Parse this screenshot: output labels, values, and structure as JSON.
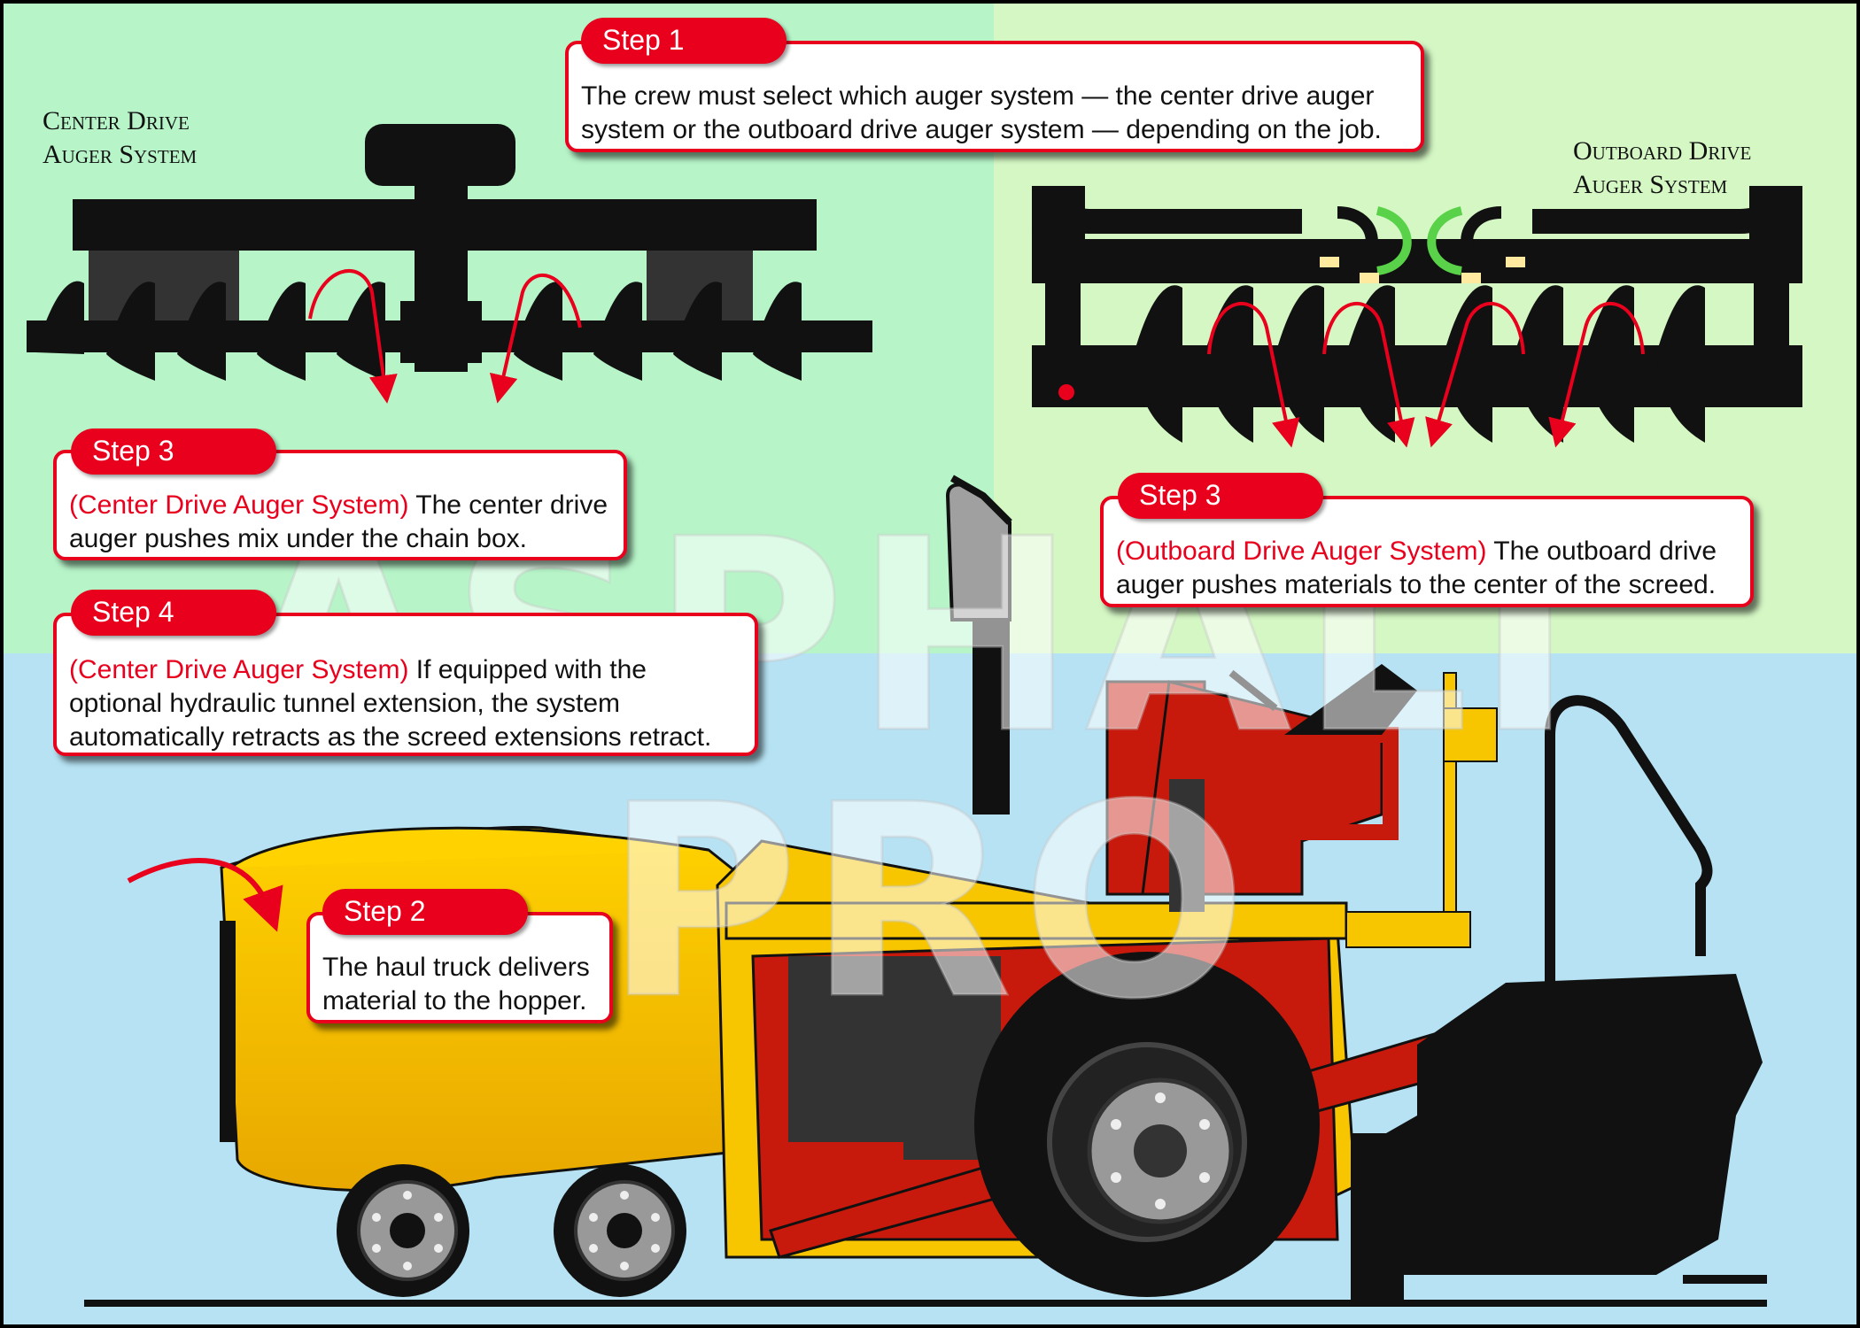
{
  "labels": {
    "center_system": [
      "Center Drive",
      "Auger System"
    ],
    "outboard_system": [
      "Outboard Drive",
      "Auger System"
    ]
  },
  "steps": {
    "step1": {
      "tab": "Step 1",
      "text": "The crew must select which auger system — the center drive auger system or the outboard drive auger system — depending on the job."
    },
    "step2": {
      "tab": "Step 2",
      "text": "The haul truck delivers material to the hopper."
    },
    "step3_center": {
      "tab": "Step 3",
      "prefix": "(Center Drive Auger System)",
      "text": " The center drive auger pushes mix under the chain box."
    },
    "step3_outboard": {
      "tab": "Step 3",
      "prefix": "(Outboard Drive Auger System)",
      "text": " The outboard drive auger pushes materials to the center of the screed."
    },
    "step4": {
      "tab": "Step 4",
      "prefix": "(Center Drive Auger System)",
      "text": " If equipped with the optional hydraulic tunnel extension, the system automatically retracts as the screed extensions retract."
    }
  },
  "watermark": "ASPHALT PRO",
  "colors": {
    "panel_green": "#b7f5c9",
    "panel_green_right": "#d4f7c4",
    "panel_blue": "#b6e2f3",
    "accent_red": "#e8001c",
    "paver_yellow": "#f7c600",
    "frame_red": "#c71a0d"
  }
}
